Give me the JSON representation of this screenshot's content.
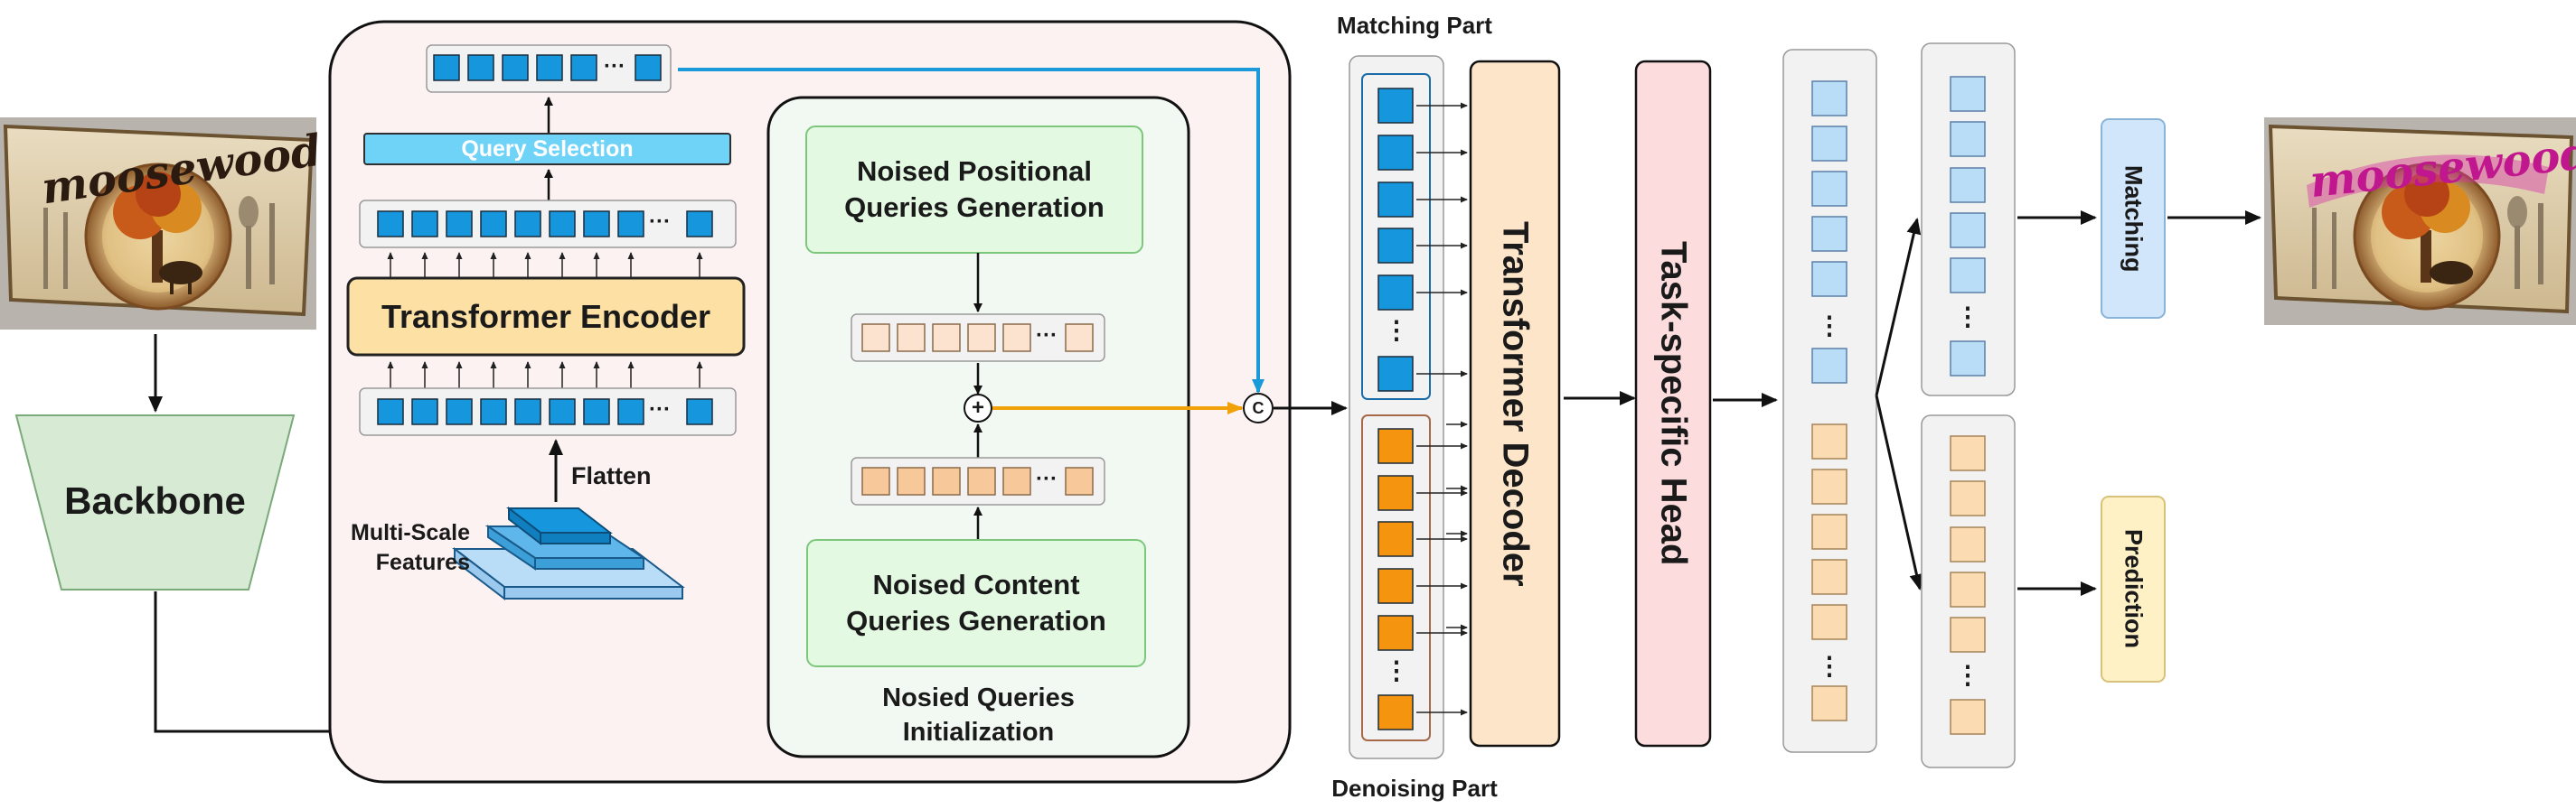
{
  "colors": {
    "blue_token": "#1596dd",
    "orange_token": "#f5950f",
    "light_blue_token": "#b9dcf7",
    "light_orange_token": "#fbdcb2",
    "pale_orange_token": "#fbe3cf",
    "peach_token": "#f7c899",
    "encoder_fill": "#fde0a3",
    "query_selection_fill": "#6fd2f7",
    "generation_fill": "#e3f9e2",
    "backbone_fill": "#d6ead4",
    "encoder_region_fill": "#fdf2f2",
    "noised_region_fill": "#f2f8f2",
    "decoder_fill": "#fde5c9",
    "head_fill": "#fcdcdc",
    "matching_box_fill": "#d1e6fb",
    "prediction_box_fill": "#fdf1c5",
    "blue_arrow": "#1a9ad8",
    "orange_arrow": "#f1a20a"
  },
  "input_image": {
    "sign_text": "moosewood"
  },
  "output_image": {
    "sign_text": "moosewood"
  },
  "backbone": {
    "label": "Backbone"
  },
  "encoder": {
    "query_selection_label": "Query Selection",
    "transformer_encoder_label": "Transformer Encoder",
    "flatten_label": "Flatten",
    "multiscale_label": "Multi-Scale\nFeatures",
    "ellipsis": "···"
  },
  "noised": {
    "positional_label": "Noised Positional\nQueries Generation",
    "content_label": "Noised Content\nQueries Generation",
    "region_label": "Nosied Queries\nInitialization",
    "plus_symbol": "+",
    "concat_symbol": "C"
  },
  "decoder": {
    "matching_part_label": "Matching Part",
    "denoising_part_label": "Denoising Part",
    "transformer_decoder_label": "Transformer Decoder",
    "task_head_label": "Task-specific Head",
    "vertical_dots": "⋮"
  },
  "outputs": {
    "matching_label": "Matching",
    "prediction_label": "Prediction"
  }
}
